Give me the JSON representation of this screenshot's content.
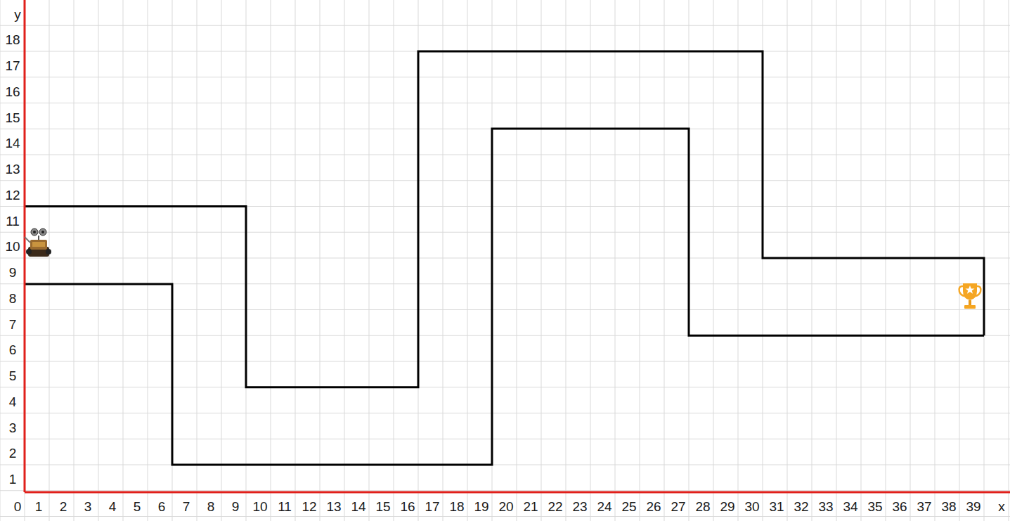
{
  "diagram": {
    "labels": [
      "y",
      "18",
      "17",
      "16",
      "15",
      "14",
      "13",
      "12",
      "11",
      "10",
      "9",
      "8",
      "7",
      "6",
      "5",
      "4",
      "3",
      "2",
      "1",
      "0",
      "1",
      "2",
      "3",
      "4",
      "5",
      "6",
      "7",
      "8",
      "9",
      "10",
      "11",
      "12",
      "13",
      "14",
      "15",
      "16",
      "17",
      "18",
      "19",
      "20",
      "21",
      "22",
      "23",
      "24",
      "25",
      "26",
      "27",
      "28",
      "29",
      "30",
      "31",
      "32",
      "33",
      "34",
      "35",
      "36",
      "37",
      "38",
      "39",
      "x"
    ]
  }
}
